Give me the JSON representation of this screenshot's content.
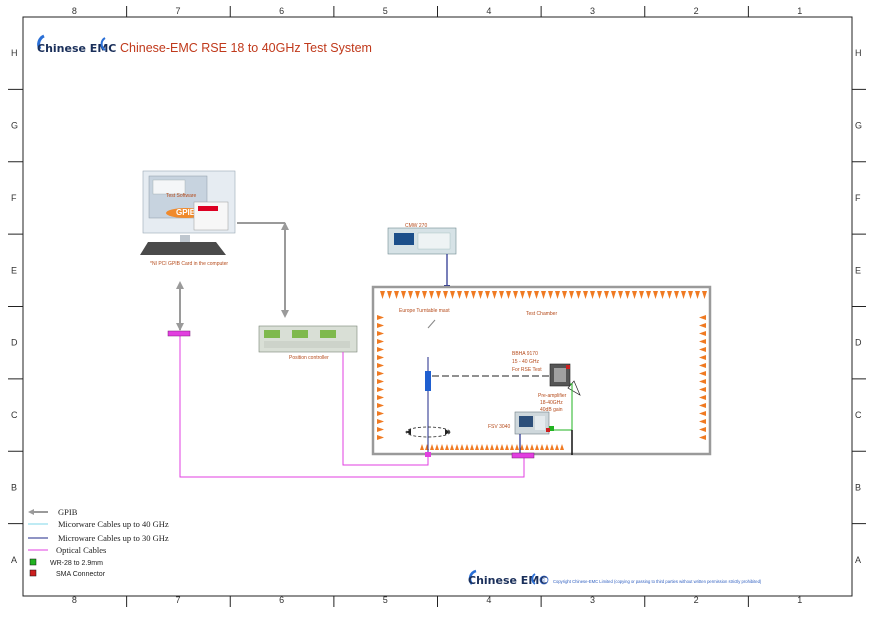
{
  "title": "Chinese-EMC RSE 18 to 40GHz Test System",
  "logo": {
    "text_main": "Chinese EMC",
    "mark": "C-arc-logo"
  },
  "ruler": {
    "columns": [
      "8",
      "7",
      "6",
      "5",
      "4",
      "3",
      "2",
      "1"
    ],
    "rows": [
      "H",
      "G",
      "F",
      "E",
      "D",
      "C",
      "B",
      "A"
    ]
  },
  "devices": {
    "computer": {
      "screen_text": "Test Software",
      "gpib_badge": "GPIB",
      "caption": "*NI PCI GPIB Card in the computer"
    },
    "cmw": {
      "label": "CMW 270"
    },
    "position_controller": {
      "label": "Position controller"
    },
    "bbha": {
      "line1": "BBHA 9170",
      "line2": "15 - 40 GHz",
      "line3": "For RSE Test"
    },
    "preamp": {
      "line1": "Pre-amplifier",
      "line2": "18-40GHz",
      "line3": "40dB gain"
    },
    "fsv": {
      "label": "FSV 3040"
    },
    "chamber": {
      "label": "Test Chamber",
      "turntable_label": "Europe Turntable mast"
    }
  },
  "legend": {
    "gpib": "GPIB",
    "microwave40": "Micorware Cables up to 40 GHz",
    "microwave30": "Microware Cables up to 30 GHz",
    "optical": "Optical Cables",
    "wr28": "WR-28 to 2.9mm",
    "sma": "SMA Connector"
  },
  "footer": {
    "logo_text": "Chinese EMC",
    "copyright_symbol": "©",
    "copyright": "Copyright Chinese-EMC Limited (copying or passing to third parties without written permission strictly prohibited)"
  },
  "colors": {
    "title": "#c0391b",
    "gpib_cable": "#9a9a9a",
    "optical_cable": "#e23fe0",
    "microwave40": "#7fd7e8",
    "microwave30": "#1f2a8a",
    "absorber": "#f07a22",
    "wr28_connector": "#22b322",
    "sma_connector": "#cc1f1f",
    "brand_blue": "#2a6fd6"
  }
}
